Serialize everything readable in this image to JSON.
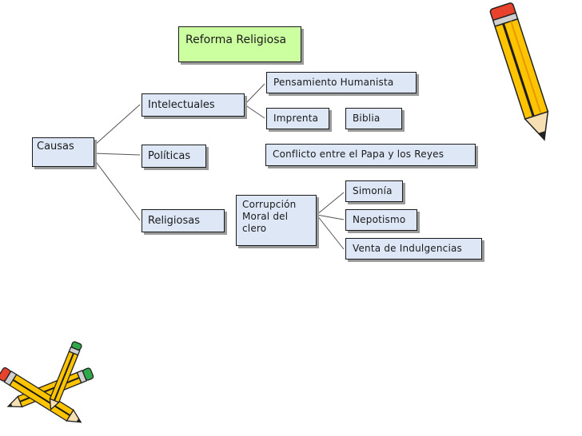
{
  "title": "Reforma Religiosa",
  "root": "Causas",
  "categories": {
    "intelectuales": "Intelectuales",
    "politicas": "Políticas",
    "religiosas": "Religiosas"
  },
  "details": {
    "pensamiento": "Pensamiento Humanista",
    "imprenta": "Imprenta",
    "biblia": "Biblia",
    "conflicto": "Conflicto entre el Papa y los Reyes",
    "corrupcion": "Corrupción Moral del clero",
    "simonia": "Simonía",
    "nepotismo": "Nepotismo",
    "indulgencias": "Venta de Indulgencias"
  },
  "colors": {
    "node_fill": "#dde7f6",
    "title_fill": "#ccffa0",
    "border": "#1a1a1a",
    "shadow": "#9a9a9a",
    "pencil_body": "#ffc400",
    "pencil_stripe": "#1d1d1d",
    "eraser": "#e8412c",
    "eraser_alt": "#2fa84a"
  },
  "icons": [
    "pencil-icon",
    "crossed-pencils-icon"
  ]
}
